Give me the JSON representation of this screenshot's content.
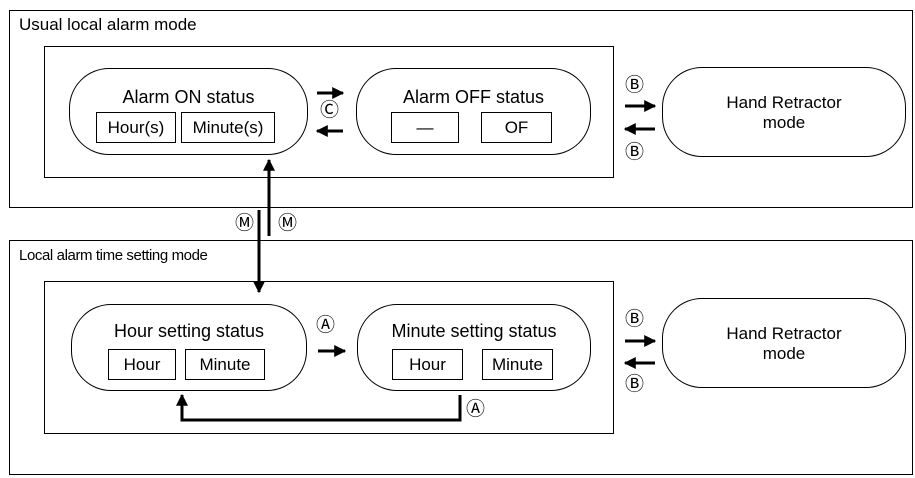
{
  "usual_mode": {
    "label": "Usual local alarm mode",
    "alarm_on": {
      "title": "Alarm ON status",
      "field_1": "Hour(s)",
      "field_2": "Minute(s)"
    },
    "alarm_off": {
      "title": "Alarm OFF status",
      "field_1": "—",
      "field_2": "OF"
    },
    "transition_on_off": "Ⓒ",
    "retractor": {
      "line_1": "Hand Retractor",
      "line_2": "mode",
      "key_to": "Ⓑ",
      "key_back": "Ⓑ"
    }
  },
  "mode_switch": {
    "key_up": "Ⓜ",
    "key_down": "Ⓜ"
  },
  "setting_mode": {
    "label": "Local alarm time setting mode",
    "hour_setting": {
      "title": "Hour setting status",
      "field_1": "Hour",
      "field_2": "Minute"
    },
    "minute_setting": {
      "title": "Minute setting status",
      "field_1": "Hour",
      "field_2": "Minute"
    },
    "transition_hour_minute": "Ⓐ",
    "transition_minute_hour": "Ⓐ",
    "retractor": {
      "line_1": "Hand Retractor",
      "line_2": "mode",
      "key_to": "Ⓑ",
      "key_back": "Ⓑ"
    }
  }
}
